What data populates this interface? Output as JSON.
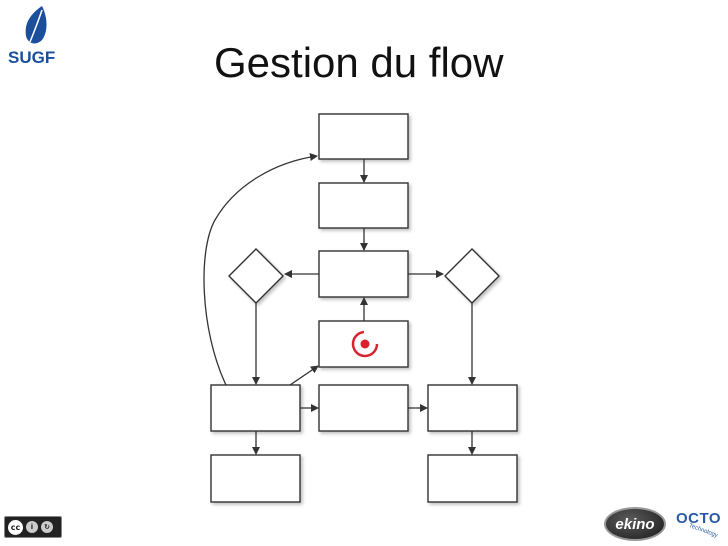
{
  "logo": {
    "text": "SUGF",
    "color": "#1b4f9c"
  },
  "title": "Gestion du flow",
  "diagram": {
    "box_stroke": "#333333",
    "edge_color": "#333333",
    "accent_icon": {
      "name": "target-icon",
      "color": "#d9232e"
    }
  },
  "footer": {
    "license_badge": "cc-by-sa",
    "ekino_logo": "ekino",
    "octo_logo": "OCTO",
    "octo_sub": "Technology"
  }
}
